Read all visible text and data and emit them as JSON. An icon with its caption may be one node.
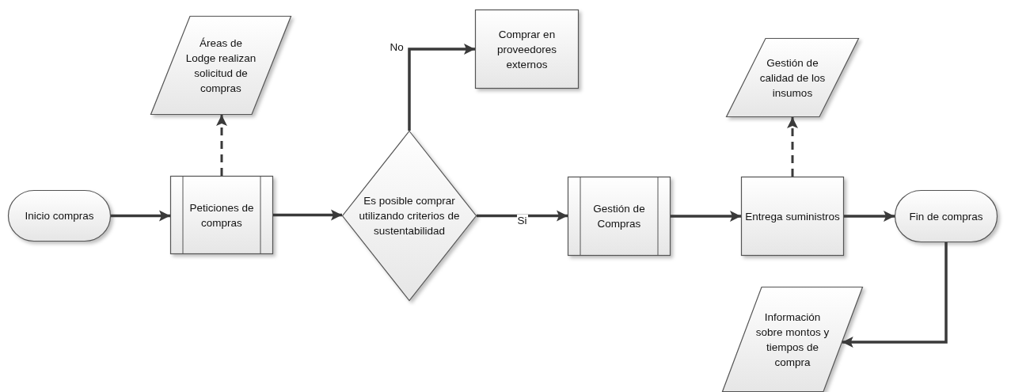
{
  "diagram": {
    "nodes": [
      {
        "text": [
          "Inicio compras"
        ]
      },
      {
        "text": [
          "Áreas de Lodge realizan solicitud de compras"
        ]
      },
      {
        "text": [
          "Peticiones de compras"
        ]
      },
      {
        "text": [
          "Es posible comprar utilizando criterios de sustentabilidad"
        ]
      },
      {
        "text": [
          "Comprar en proveedores externos"
        ]
      },
      {
        "text": [
          "Gestión de Compras"
        ]
      },
      {
        "text": [
          "Gestión de calidad de los insumos"
        ]
      },
      {
        "text": [
          "Entrega suministros"
        ]
      },
      {
        "text": [
          "Fin de compras"
        ]
      },
      {
        "text": [
          "Información sobre montos y tiempos de compra"
        ]
      }
    ],
    "edges": [
      {
        "from": 0,
        "to": 2,
        "arrow": "to"
      },
      {
        "from": 2,
        "to": 1,
        "arrow": "to",
        "style": "dashed"
      },
      {
        "from": 2,
        "to": 3,
        "arrow": "to"
      },
      {
        "from": 3,
        "to": 4,
        "arrow": "to",
        "label": "No"
      },
      {
        "from": 3,
        "to": 5,
        "arrow": "to",
        "label": "Si"
      },
      {
        "from": 5,
        "to": 7,
        "arrow": "to"
      },
      {
        "from": 7,
        "to": 6,
        "arrow": "to",
        "style": "dashed"
      },
      {
        "from": 7,
        "to": 8,
        "arrow": "to"
      },
      {
        "from": 8,
        "to": 9,
        "arrow": "to"
      }
    ]
  }
}
